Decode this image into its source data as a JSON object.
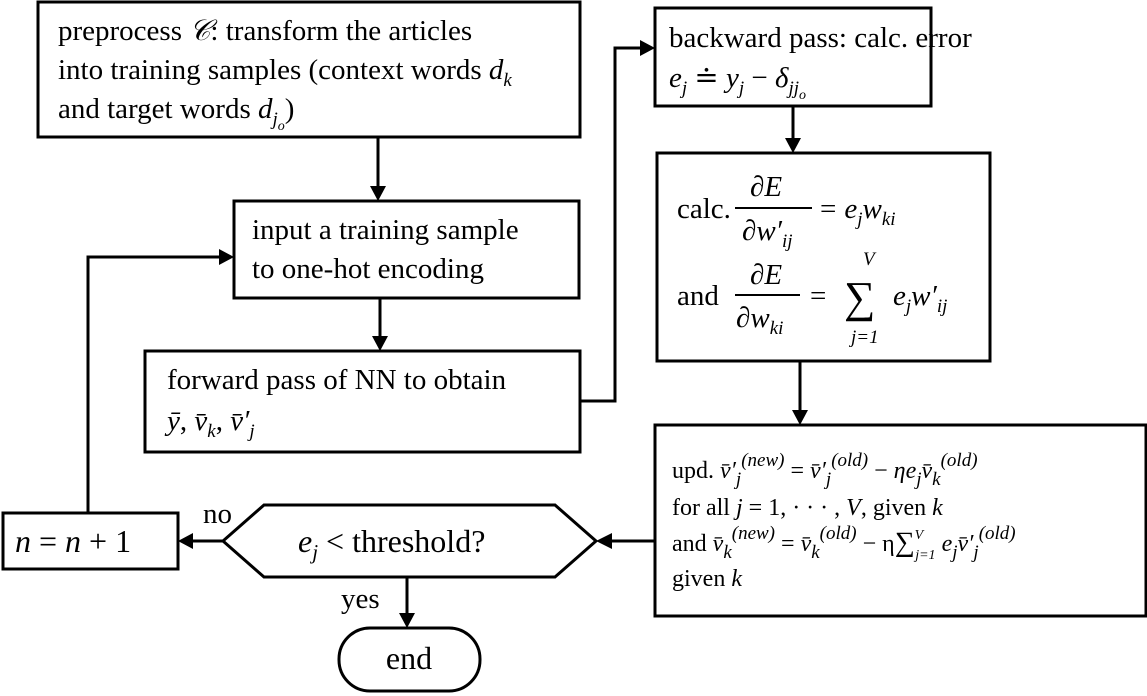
{
  "diagram": {
    "preprocess": {
      "line1_a": "preprocess ",
      "line1_sym": "𝒞",
      "line1_b": ": transform the articles",
      "line2_a": "into training samples (context words ",
      "line2_var": "d",
      "line2_sub": "k",
      "line3_a": "and target words ",
      "line3_var": "d",
      "line3_sub": "j",
      "line3_subsub": "o",
      "line3_b": ")"
    },
    "input_sample": {
      "line1": "input a training sample",
      "line2": "to one-hot encoding"
    },
    "forward_pass": {
      "line1": "forward pass of NN to obtain",
      "line2_y": "ȳ",
      "line2_sep1": ", ",
      "line2_v": "v̄",
      "line2_vsub": "k",
      "line2_sep2": ", ",
      "line2_vp": "v̄′",
      "line2_vpsub": "j"
    },
    "backward_pass": {
      "line1": "backward pass: calc. error",
      "eq_e": "e",
      "eq_esub": "j",
      "eq_op": " ≐ ",
      "eq_y": "y",
      "eq_ysub": "j",
      "eq_minus": " − ",
      "eq_delta": "δ",
      "eq_deltasub": "jj",
      "eq_deltasubsub": "o"
    },
    "gradients": {
      "calc_label": "calc.",
      "and_label": "and",
      "frac1_num": "∂E",
      "frac1_den": "∂w′",
      "frac1_den_sub": "ij",
      "eq1_rhs_e": "e",
      "eq1_rhs_esub": "j",
      "eq1_rhs_w": "w",
      "eq1_rhs_wsub": "ki",
      "frac2_num": "∂E",
      "frac2_den": "∂w",
      "frac2_den_sub": "ki",
      "sum_symbol": "∑",
      "sum_upper": "V",
      "sum_lower": "j=1",
      "eq2_rhs_e": "e",
      "eq2_rhs_esub": "j",
      "eq2_rhs_w": "w′",
      "eq2_rhs_wsub": "ij",
      "equals": "="
    },
    "update": {
      "line1_label": "upd. ",
      "line1_v": "v̄′",
      "line1_vsub": "j",
      "line1_vsup": "(new)",
      "line1_eq": " = ",
      "line1_v2": "v̄′",
      "line1_v2sub": "j",
      "line1_v2sup": "(old)",
      "line1_minus": " − ",
      "line1_eta": "ηe",
      "line1_etasub": "j",
      "line1_v3": "v̄",
      "line1_v3sub": "k",
      "line1_v3sup": "(old)",
      "line2_a": "for all ",
      "line2_j": "j",
      "line2_b": " = 1, · · · , ",
      "line2_V": "V",
      "line2_c": ", given ",
      "line2_k": "k",
      "line3_label": "and ",
      "line3_v": "v̄",
      "line3_vsub": "k",
      "line3_vsup": "(new)",
      "line3_eq": " = ",
      "line3_v2": "v̄",
      "line3_v2sub": "k",
      "line3_v2sup": "(old)",
      "line3_minus": " − η",
      "line3_sum": "∑",
      "line3_sumsup": "V",
      "line3_sumsub": "j=1",
      "line3_e": " e",
      "line3_esub": "j",
      "line3_v3": "v̄′",
      "line3_v3sub": "j",
      "line3_v3sup": "(old)",
      "line4_a": "given ",
      "line4_k": "k"
    },
    "decision": {
      "var": "e",
      "var_sub": "j",
      "text": " < threshold?"
    },
    "increment": {
      "lhs": "n",
      "eq": " = ",
      "rhs": "n",
      "rest": " + 1"
    },
    "end_label": "end",
    "label_no": "no",
    "label_yes": "yes"
  }
}
